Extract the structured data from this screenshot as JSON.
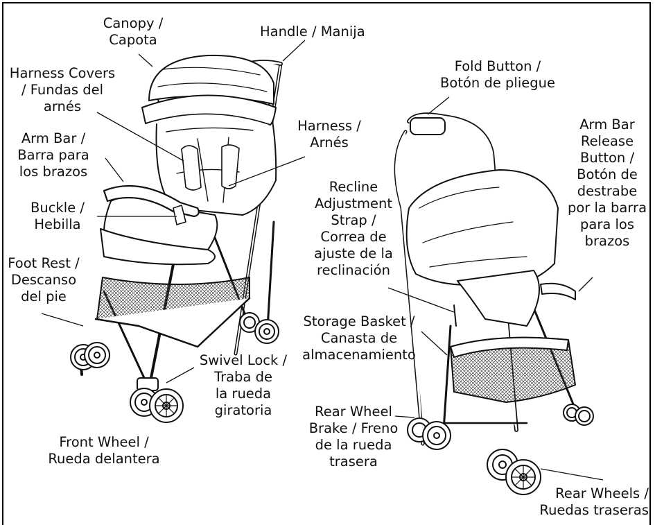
{
  "diagram": {
    "labels": {
      "canopy": [
        "Canopy /",
        "Capota"
      ],
      "handle": [
        "Handle / Manija"
      ],
      "harness_covers": [
        "Harness Covers",
        "/ Fundas del",
        "arnés"
      ],
      "arm_bar": [
        "Arm Bar /",
        "Barra para",
        "los brazos"
      ],
      "harness": [
        "Harness /",
        "Arnés"
      ],
      "buckle": [
        "Buckle /",
        "Hebilla"
      ],
      "foot_rest": [
        "Foot Rest /",
        "Descanso",
        "del pie"
      ],
      "swivel_lock": [
        "Swivel Lock /",
        "Traba de",
        "la rueda",
        "giratoria"
      ],
      "front_wheel": [
        "Front Wheel /",
        "Rueda delantera"
      ],
      "fold_button": [
        "Fold Button /",
        "Botón de pliegue"
      ],
      "recline_strap": [
        "Recline",
        "Adjustment",
        "Strap /",
        "Correa de",
        "ajuste de la",
        "reclinación"
      ],
      "arm_bar_release": [
        "Arm Bar",
        "Release",
        "Button /",
        "Botón de",
        "destrabe",
        "por la barra",
        "para los",
        "brazos"
      ],
      "storage_basket": [
        "Storage Basket /",
        "Canasta de",
        "almacenamiento"
      ],
      "rear_wheel_brake": [
        "Rear Wheel",
        "Brake / Freno",
        "de la rueda",
        "trasera"
      ],
      "rear_wheels": [
        "Rear Wheels /",
        "Ruedas traseras"
      ]
    },
    "colors": {
      "line": "#111111",
      "fill": "#ffffff",
      "mesh": "#555555"
    }
  }
}
